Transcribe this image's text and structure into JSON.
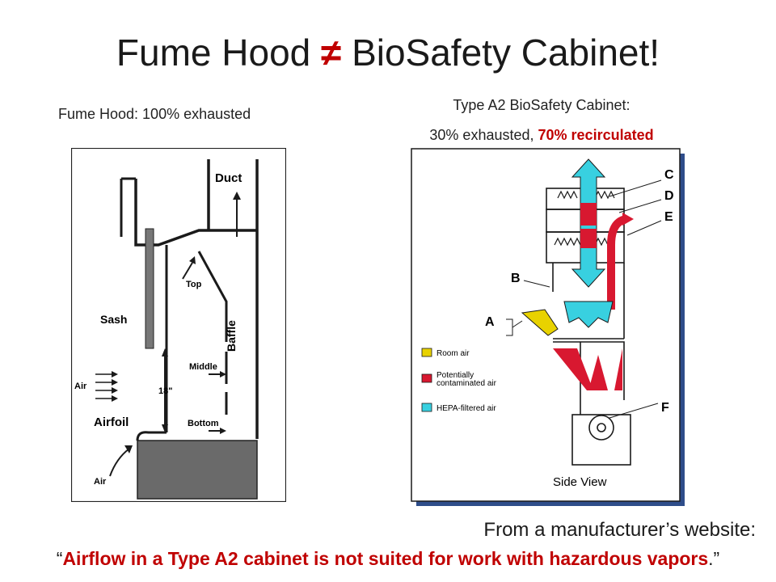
{
  "title": {
    "left": "Fume Hood",
    "symbol": "≠",
    "right": "BioSafety Cabinet!"
  },
  "fume_hood": {
    "caption": "Fume Hood: 100% exhausted",
    "labels": {
      "duct": "Duct",
      "top": "Top",
      "sash": "Sash",
      "baffle": "Baffle",
      "middle": "Middle",
      "air_left": "Air",
      "height": "18\"",
      "airfoil": "Airfoil",
      "bottom": "Bottom",
      "air_bottom": "Air"
    }
  },
  "bsc": {
    "caption_line1": "Type A2 BioSafety Cabinet:",
    "caption_exhausted": "30% exhausted,",
    "caption_recirculated": "70% recirculated",
    "letters": {
      "c": "C",
      "d": "D",
      "e": "E",
      "b": "B",
      "a": "A",
      "f": "F"
    },
    "legend": [
      {
        "label": "Room air",
        "color": "#e8d200"
      },
      {
        "label": "Potentially\ncontaminated air",
        "color": "#d81830"
      },
      {
        "label": "HEPA-filtered air",
        "color": "#38d0e0"
      }
    ],
    "view_label": "Side View"
  },
  "footer": {
    "source": "From a manufacturer’s website:",
    "open_quote": "“",
    "quote": "Airflow in a Type A2 cabinet is not suited for work with hazardous vapors",
    "close_quote": ".”"
  },
  "colors": {
    "accent_red": "#c00000",
    "frame_shadow": "#2e4d8a"
  }
}
